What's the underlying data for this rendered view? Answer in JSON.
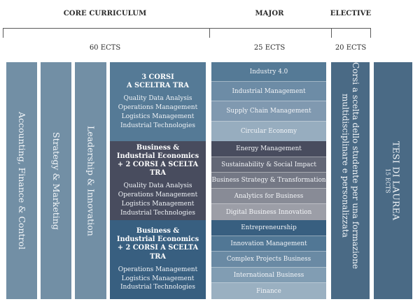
{
  "headers": {
    "core": "CORE CURRICULUM",
    "major": "MAJOR",
    "elective": "ELECTIVE"
  },
  "ects": {
    "core": "60 ECTS",
    "major": "25 ECTS",
    "elective": "20 ECTS"
  },
  "core_columns": [
    {
      "label": "Accounting, Finance & Control"
    },
    {
      "label": "Strategy & Marketing"
    },
    {
      "label": "Leadership & Innovation"
    }
  ],
  "core_blocks": [
    {
      "title_lines": [
        "3 CORSI",
        "A SCELTRA TRA"
      ],
      "courses": [
        "Quality Data Analysis",
        "Operations Management",
        "Logistics Management",
        "Industrial Technologies"
      ],
      "color": "#557a96"
    },
    {
      "title_lines": [
        "Business &",
        "Industrial Economics",
        "+ 2 CORSI A SCELTA TRA"
      ],
      "courses": [
        "Quality Data Analysis",
        "Operations Management",
        "Logistics Management",
        "Industrial Technologies"
      ],
      "color": "#484c5e"
    },
    {
      "title_lines": [
        "Business &",
        "Industrial Economics",
        "+ 2 CORSI A SCELTA TRA"
      ],
      "courses": [
        "Operations Management",
        "Logistics Management",
        "Industrial Technologies"
      ],
      "color": "#385f80"
    }
  ],
  "major_groups": [
    {
      "items": [
        {
          "label": "Industry 4.0",
          "color": "#557a96"
        },
        {
          "label": "Industrial Management",
          "color": "#6d8ca6"
        },
        {
          "label": "Supply Chain Management",
          "color": "#8099b0"
        },
        {
          "label": "Circular Economy",
          "color": "#97adbf"
        }
      ]
    },
    {
      "items": [
        {
          "label": "Energy Management",
          "color": "#484c5e"
        },
        {
          "label": "Sustainability & Social Impact",
          "color": "#636776"
        },
        {
          "label": "Business Strategy & Transformation",
          "color": "#747885"
        },
        {
          "label": "Analytics for Business",
          "color": "#888b96"
        },
        {
          "label": "Digital Business Innovation",
          "color": "#9c9ea7"
        }
      ]
    },
    {
      "items": [
        {
          "label": "Entrepreneurship",
          "color": "#385f80"
        },
        {
          "label": "Innovation Management",
          "color": "#517795"
        },
        {
          "label": "Complex Projects Business",
          "color": "#6a8aa4"
        },
        {
          "label": "International Business",
          "color": "#819db3"
        },
        {
          "label": "Finance",
          "color": "#9ab0c1"
        }
      ]
    }
  ],
  "elective": {
    "line1": "Corsi a scelta dello studente per una formazione",
    "line2": "multidisciplinare e personalizzata",
    "color": "#4a6a85"
  },
  "thesis": {
    "title": "TESI DI LAUREA",
    "ects": "15 ECTS",
    "color": "#4a6a85"
  }
}
